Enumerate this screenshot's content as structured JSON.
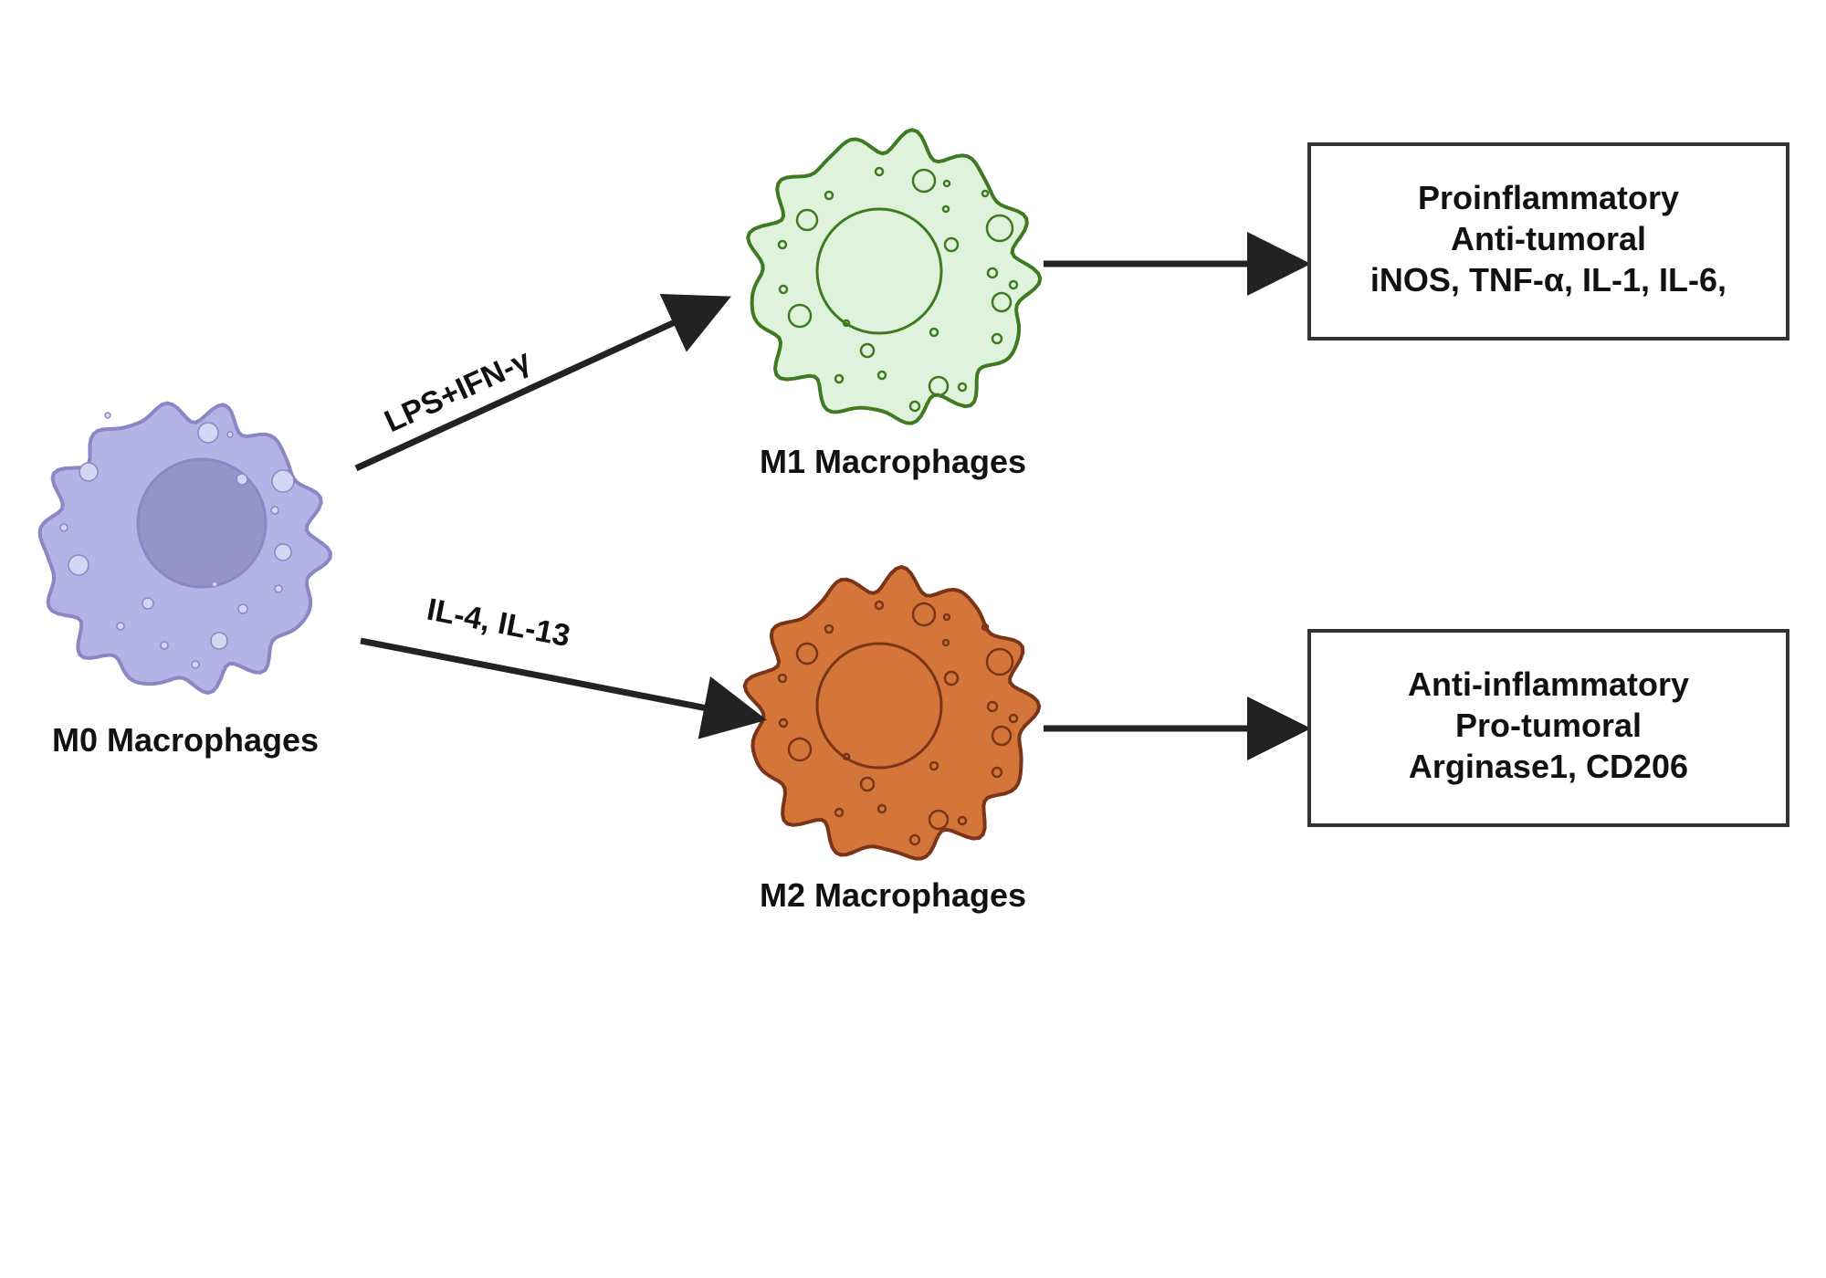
{
  "cells": {
    "m0": {
      "label": "M0 Macrophages",
      "fill": "#b3b3e6",
      "stroke": "#8b86c4",
      "nucleus_fill": "#9693c9",
      "granule_fill": "#d4d6f4"
    },
    "m1": {
      "label": "M1 Macrophages",
      "fill": "#dff2dc",
      "stroke": "#3e7a22"
    },
    "m2": {
      "label": "M2 Macrophages",
      "fill": "#d4763a",
      "stroke": "#7a3417"
    }
  },
  "arrows": {
    "to_m1": {
      "label": "LPS+IFN-γ"
    },
    "to_m2": {
      "label": "IL-4, IL-13"
    },
    "color": "#222222"
  },
  "boxes": {
    "m1_box": {
      "lines": [
        "Proinflammatory",
        "Anti-tumoral",
        "iNOS, TNF-α, IL-1, IL-6,"
      ]
    },
    "m2_box": {
      "lines": [
        "Anti-inflammatory",
        "Pro-tumoral",
        "Arginase1, CD206"
      ]
    }
  }
}
